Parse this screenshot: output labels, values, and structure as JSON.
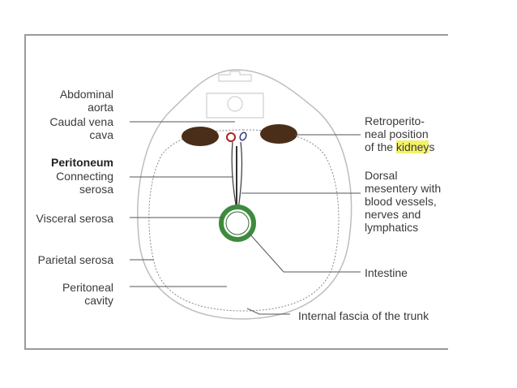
{
  "labels": {
    "abdominal_aorta": [
      "Abdominal",
      "aorta"
    ],
    "caudal_vena_cava": [
      "Caudal vena",
      "cava"
    ],
    "peritoneum": "Peritoneum",
    "connecting_serosa": [
      "Connecting",
      "serosa"
    ],
    "visceral_serosa": "Visceral serosa",
    "parietal_serosa": "Parietal serosa",
    "peritoneal_cavity": [
      "Peritoneal",
      "cavity"
    ],
    "retroperitoneal": [
      "Retroperito-",
      "neal position",
      "of the "
    ],
    "kidneys_highlight": "kidney",
    "kidneys_tail": "s",
    "dorsal_mesentery": [
      "Dorsal",
      "mesentery with",
      "blood vessels,",
      "nerves and",
      "lymphatics"
    ],
    "intestine": "Intestine",
    "internal_fascia": "Internal fascia of the trunk"
  },
  "colors": {
    "kidney": "#4a2e1a",
    "intestine": "#3e8a3e",
    "highlight": "#f3f26a",
    "aorta_ring": "#b02020",
    "line": "#555555"
  }
}
